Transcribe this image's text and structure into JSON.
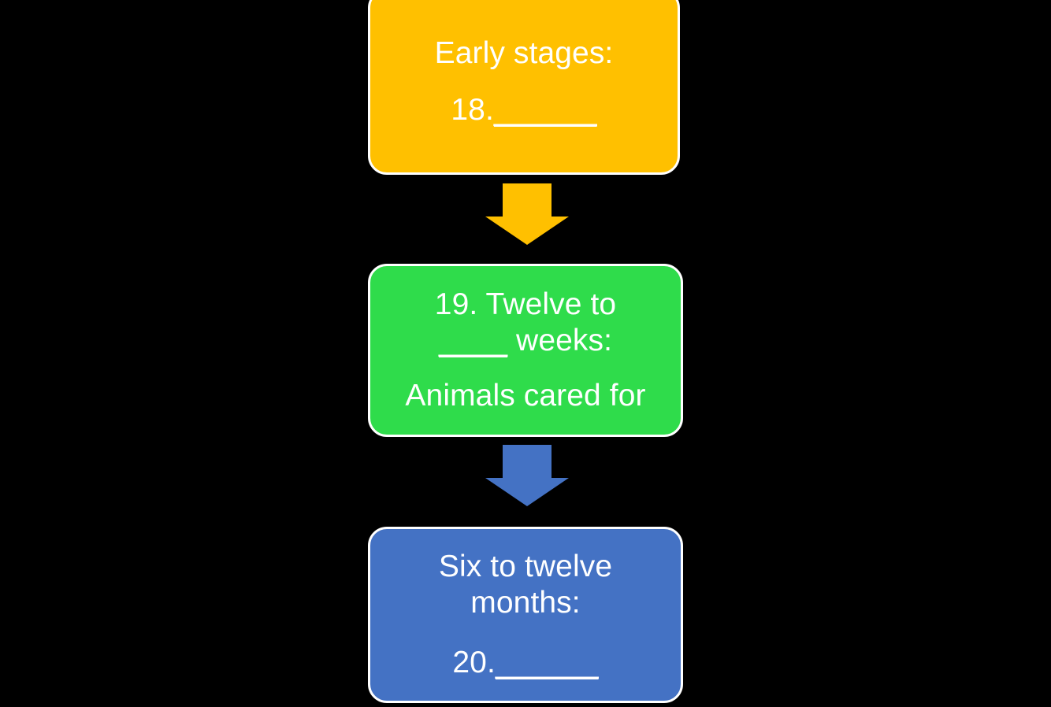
{
  "diagram": {
    "type": "vertical-flowchart",
    "title": "",
    "background_color": "#000000",
    "text_color": "#FFFFFF",
    "node_border_color": "#FFFFFF",
    "nodes": [
      {
        "id": "early",
        "name": "early-stages",
        "color": "#FFC000",
        "lines": [
          "Early stages:",
          "18.",
          "______"
        ],
        "heading": "Early stages:",
        "item_number": "18.",
        "blank": "______"
      },
      {
        "id": "weeks",
        "name": "twelve-to-weeks",
        "color": "#2FDC4B",
        "lines": [
          "19. Twelve to",
          "____ weeks:",
          "Animals cared for"
        ],
        "heading_part_1": "19. Twelve to",
        "blank": "____",
        "heading_part_2": " weeks:",
        "detail": "Animals cared for"
      },
      {
        "id": "months",
        "name": "six-to-twelve-months",
        "color": "#4472C4",
        "lines": [
          "Six to twelve",
          "months:",
          "20.",
          "______"
        ],
        "heading_line_1": "Six to twelve",
        "heading_line_2": "months:",
        "item_number": "20.",
        "blank": "______"
      }
    ],
    "arrows": [
      {
        "id": "arrow-1",
        "name": "arrow-early-to-weeks",
        "color": "#FFC000",
        "direction": "down",
        "from": "early",
        "to": "weeks"
      },
      {
        "id": "arrow-2",
        "name": "arrow-weeks-to-months",
        "color": "#4472C4",
        "direction": "down",
        "from": "weeks",
        "to": "months"
      }
    ]
  }
}
